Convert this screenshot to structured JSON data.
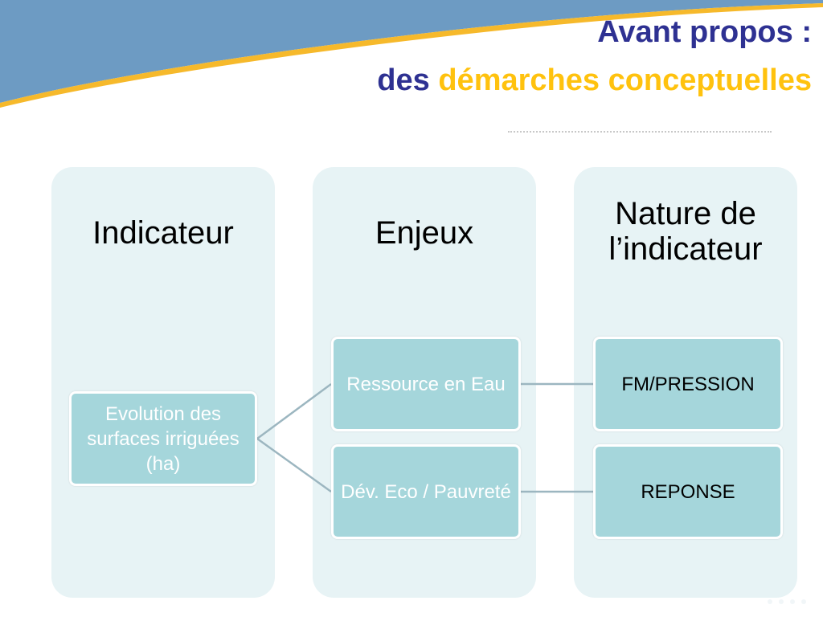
{
  "slide": {
    "title_line1": "Avant propos :",
    "title_line2_prefix": "des",
    "title_line2_accent": "démarches conceptuelles"
  },
  "columns": [
    {
      "header": "Indicateur"
    },
    {
      "header": "Enjeux"
    },
    {
      "header": "Nature de l’indicateur"
    }
  ],
  "nodes": {
    "evolution": "Evolution des surfaces irriguées (ha)",
    "ressource": "Ressource en Eau",
    "dev": "Dév. Eco / Pauvreté",
    "fm": "FM/PRESSION",
    "reponse": "REPONSE"
  },
  "colors": {
    "title_blue": "#2e3192",
    "title_accent": "#ffc20e",
    "banner_blue": "#6d9bc3",
    "column_bg": "#e7f3f5",
    "node_fill": "#a5d6db",
    "connector": "#9cb6c0"
  }
}
